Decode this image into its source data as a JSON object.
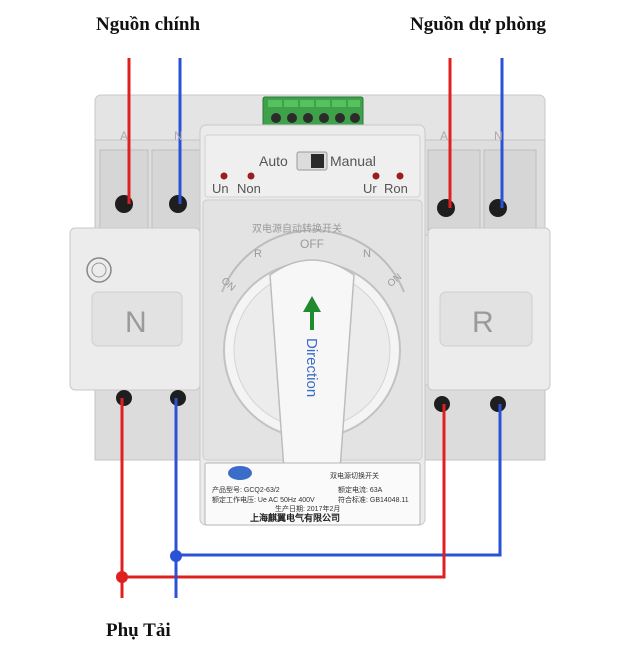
{
  "captions": {
    "main_source": "Nguồn chính",
    "backup_source": "Nguồn dự phòng",
    "load": "Phụ Tải"
  },
  "device": {
    "mode_auto": "Auto",
    "mode_manual": "Manual",
    "led_un": "Un",
    "led_non": "Non",
    "led_ur": "Ur",
    "led_ron": "Ron",
    "side_left": "N",
    "side_right": "R",
    "dial_off": "OFF",
    "dial_on_left": "ON",
    "dial_on_right": "ON",
    "dial_r": "R",
    "dial_n": "N",
    "dial_top_text": "双电源自动转换开关",
    "knob_label": "Direction",
    "term_a": "A",
    "term_n": "N",
    "nameplate": {
      "model": "产品型号: GCQ2-63/2",
      "rated_current": "额定电流: 63A",
      "voltage": "额定工作电压: Ue AC 50Hz 400V",
      "standard": "符合标准: GB14048.11",
      "date": "生产日期: 2017年2月",
      "title": "双电源切换开关",
      "company": "上海麒翼电气有限公司"
    }
  },
  "colors": {
    "live_wire": "#e02020",
    "neutral_wire": "#2a52d6",
    "body": "#e6e6e6",
    "body_dark": "#cfcfcf",
    "terminal_block": "#3fa14a",
    "arrow": "#1f8a2e"
  }
}
